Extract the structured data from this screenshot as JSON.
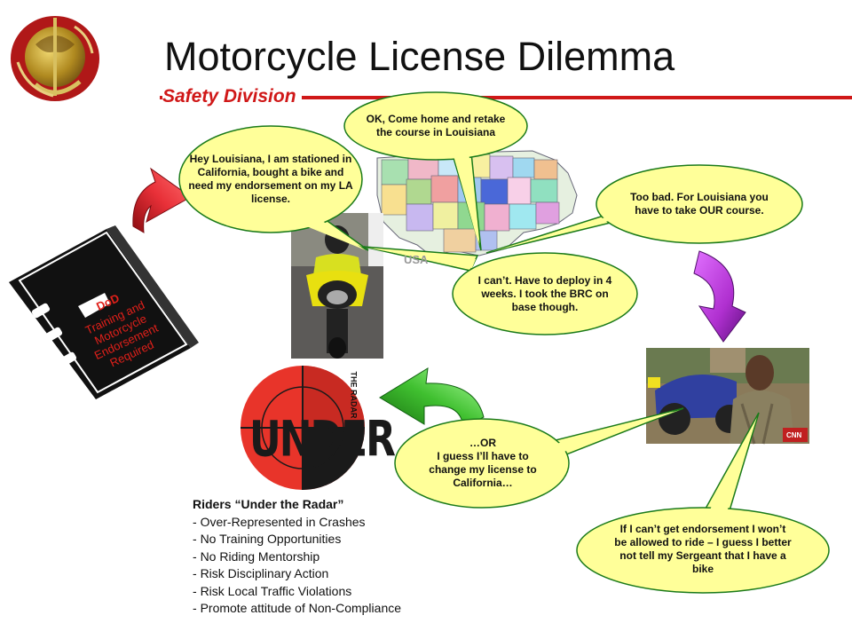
{
  "slide": {
    "title": "Motorcycle License Dilemma",
    "subtitle": "Safety Division"
  },
  "book": {
    "badge": "DoD",
    "text": "Training and\nMotorcycle\nEndorsement\nRequired"
  },
  "bubbles": {
    "marine_request": "Hey Louisiana, I am stationed in California, bought a bike and need my endorsement on my LA license.",
    "louisiana_reply": "OK, Come home and retake the course in Louisiana",
    "too_bad": "Too bad. For Louisiana you have to take OUR course.",
    "cant": "I can’t.  Have to deploy in 4 weeks.  I took the BRC on base though.",
    "or_change": "…OR\nI guess I’ll have to change my license to California…",
    "no_tell": "If I can’t get endorsement I won’t be allowed to ride – I guess I better not tell my Sergeant that I have a bike"
  },
  "map": {
    "label": "USA"
  },
  "radar_logo": {
    "word": "UNDER",
    "small": "THE RADAR"
  },
  "news_photo": {
    "logo": "CNN"
  },
  "riders": {
    "heading": "Riders “Under the Radar”",
    "items": [
      "Over-Represented in Crashes",
      "No Training Opportunities",
      "No Riding Mentorship",
      "Risk Disciplinary Action",
      "Risk Local Traffic Violations",
      "Promote attitude of Non-Compliance"
    ]
  },
  "colors": {
    "bubble_fill": "#ffff99",
    "bubble_stroke": "#1a7a1a",
    "subtitle": "#d01818",
    "red_arrow": "#d8202a",
    "purple_arrow": "#b030d0",
    "green_arrow": "#40c030"
  }
}
